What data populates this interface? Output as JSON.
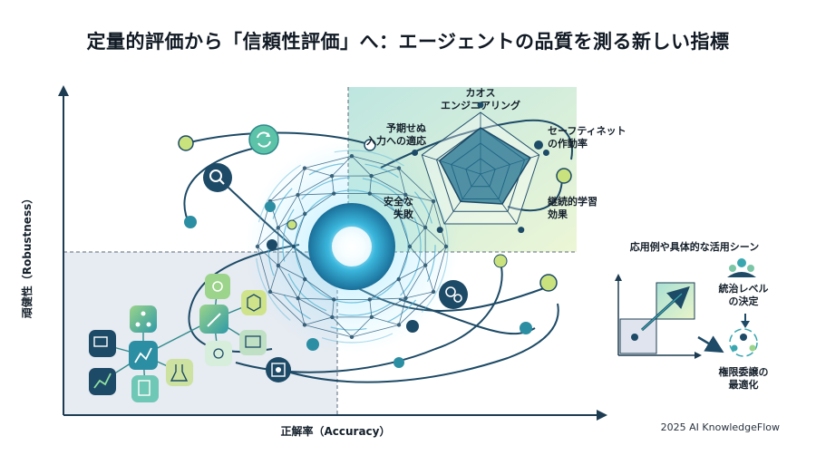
{
  "title": "定量的評価から「信頼性評価」へ：エージェントの品質を測る新しい指標",
  "axes": {
    "y_label": "頑健性（Robustness）",
    "x_label": "正解率（Accuracy）"
  },
  "radar": {
    "labels": [
      {
        "line1": "カオス",
        "line2": "エンジニアリング"
      },
      {
        "line1": "セーフティネット",
        "line2": "の作動率"
      },
      {
        "line1": "継続的学習",
        "line2": "効果"
      },
      {
        "line1": "安全な",
        "line2": "失敗"
      },
      {
        "line1": "予期せぬ",
        "line2": "入力への適応"
      }
    ]
  },
  "use_cases": {
    "heading": "応用例や具体的な活用シーン",
    "step1": {
      "line1": "統治レベル",
      "line2": "の決定"
    },
    "step2": {
      "line1": "権限委譲の",
      "line2": "最適化"
    }
  },
  "footer": "2025 AI KnowledgeFlow",
  "colors": {
    "navy": "#1d4a66",
    "teal": "#3aa7b0",
    "lime": "#b9d36a",
    "glow": "#5ad0f0"
  }
}
